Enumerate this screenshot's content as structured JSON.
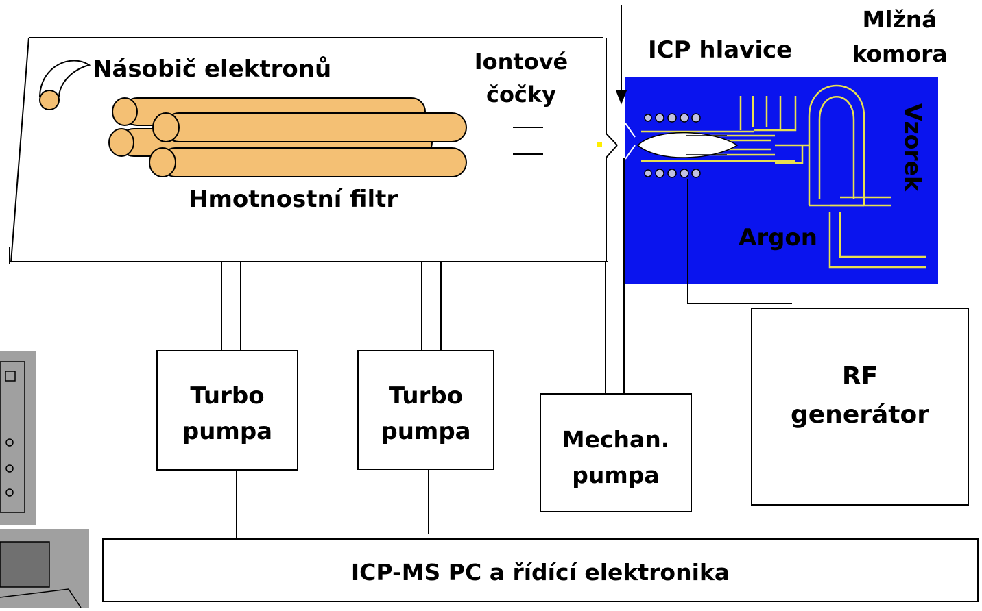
{
  "labels": {
    "electron_multiplier": "Násobič elektronů",
    "ion_lenses_line1": "Iontové",
    "ion_lenses_line2": "čočky",
    "icp_head": "ICP hlavice",
    "spray_chamber_line1": "Mlžná",
    "spray_chamber_line2": "komora",
    "sample": "Vzorek",
    "mass_filter": "Hmotnostní filtr",
    "argon": "Argon",
    "turbo_pump_1_line1": "Turbo",
    "turbo_pump_1_line2": "pumpa",
    "turbo_pump_2_line1": "Turbo",
    "turbo_pump_2_line2": "pumpa",
    "mech_pump_line1": "Mechan.",
    "mech_pump_line2": "pumpa",
    "rf_generator_line1": "RF",
    "rf_generator_line2": "generátor",
    "pc_electronics": "ICP-MS PC a řídící elektronika"
  },
  "colors": {
    "rod_fill": "#f4c074",
    "icp_panel": "#0a14ee",
    "glass_lines": "#e8e050",
    "coil_fill": "#c0c0e0",
    "computer_gray": "#a0a0a0",
    "plasma_fill": "#ffffff",
    "spark": "#ffee00"
  }
}
